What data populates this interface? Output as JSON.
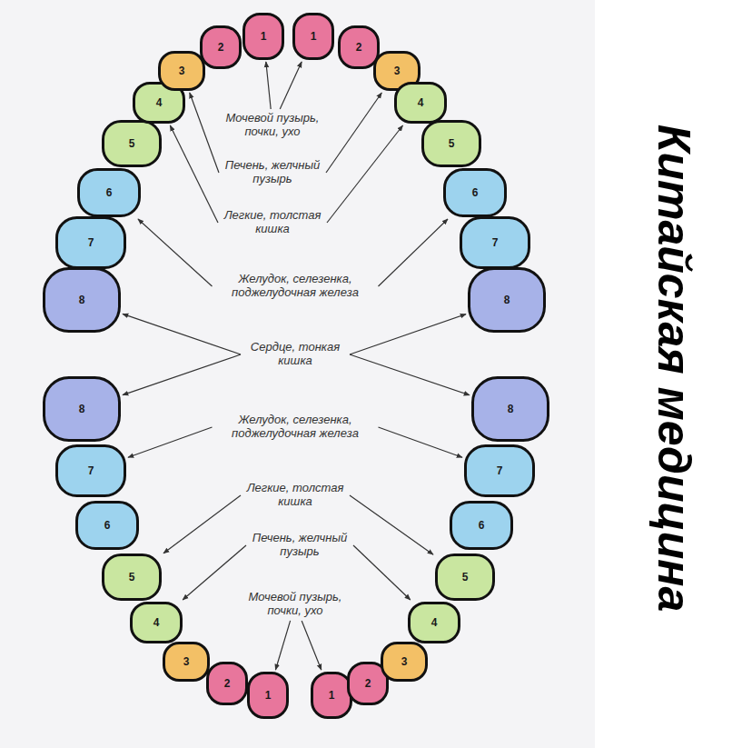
{
  "diagram": {
    "title": "Китайская медицина",
    "nodes": [
      {
        "text": [
          "8"
        ]
      },
      {
        "text": [
          "7"
        ]
      },
      {
        "text": [
          "6"
        ]
      },
      {
        "text": [
          "5"
        ]
      },
      {
        "text": [
          "4"
        ]
      },
      {
        "text": [
          "3"
        ]
      },
      {
        "text": [
          "2"
        ]
      },
      {
        "text": [
          "1"
        ]
      },
      {
        "text": [
          "1"
        ]
      },
      {
        "text": [
          "2"
        ]
      },
      {
        "text": [
          "3"
        ]
      },
      {
        "text": [
          "4"
        ]
      },
      {
        "text": [
          "5"
        ]
      },
      {
        "text": [
          "6"
        ]
      },
      {
        "text": [
          "7"
        ]
      },
      {
        "text": [
          "8"
        ]
      },
      {
        "text": [
          "Мочевой пузырь, почки, ухо"
        ]
      },
      {
        "text": [
          "Печень, желчный пузырь"
        ]
      },
      {
        "text": [
          "Легкие, толстая кишка"
        ]
      },
      {
        "text": [
          "Желудок, селезенка, поджелудочная железа"
        ]
      },
      {
        "text": [
          "Сердце, тонкая кишка"
        ]
      },
      {
        "text": [
          "Желудок, селезенка, поджелудочная железа"
        ]
      },
      {
        "text": [
          "Легкие, толстая кишка"
        ]
      },
      {
        "text": [
          "Печень, желчный пузырь"
        ]
      },
      {
        "text": [
          "Мочевой пузырь, почки, ухо"
        ]
      },
      {
        "text": [
          "8"
        ]
      },
      {
        "text": [
          "7"
        ]
      },
      {
        "text": [
          "6"
        ]
      },
      {
        "text": [
          "5"
        ]
      },
      {
        "text": [
          "4"
        ]
      },
      {
        "text": [
          "3"
        ]
      },
      {
        "text": [
          "2"
        ]
      },
      {
        "text": [
          "1"
        ]
      },
      {
        "text": [
          "1"
        ]
      },
      {
        "text": [
          "2"
        ]
      },
      {
        "text": [
          "3"
        ]
      },
      {
        "text": [
          "4"
        ]
      },
      {
        "text": [
          "5"
        ]
      },
      {
        "text": [
          "6"
        ]
      },
      {
        "text": [
          "7"
        ]
      },
      {
        "text": [
          "8"
        ]
      }
    ],
    "edges": [
      {
        "from": 16,
        "to": 7,
        "arrow": "to"
      },
      {
        "from": 16,
        "to": 8,
        "arrow": "to"
      },
      {
        "from": 17,
        "to": 5,
        "arrow": "to"
      },
      {
        "from": 17,
        "to": 10,
        "arrow": "to"
      },
      {
        "from": 18,
        "to": 4,
        "arrow": "to"
      },
      {
        "from": 18,
        "to": 11,
        "arrow": "to"
      },
      {
        "from": 19,
        "to": 2,
        "arrow": "to"
      },
      {
        "from": 19,
        "to": 13,
        "arrow": "to"
      },
      {
        "from": 20,
        "to": 0,
        "arrow": "to"
      },
      {
        "from": 20,
        "to": 15,
        "arrow": "to"
      },
      {
        "from": 20,
        "to": 25,
        "arrow": "to"
      },
      {
        "from": 20,
        "to": 40,
        "arrow": "to"
      },
      {
        "from": 21,
        "to": 26,
        "arrow": "to"
      },
      {
        "from": 21,
        "to": 39,
        "arrow": "to"
      },
      {
        "from": 22,
        "to": 28,
        "arrow": "to"
      },
      {
        "from": 22,
        "to": 37,
        "arrow": "to"
      },
      {
        "from": 23,
        "to": 29,
        "arrow": "to"
      },
      {
        "from": 23,
        "to": 36,
        "arrow": "to"
      },
      {
        "from": 24,
        "to": 32,
        "arrow": "to"
      },
      {
        "from": 24,
        "to": 33,
        "arrow": "to"
      }
    ]
  }
}
